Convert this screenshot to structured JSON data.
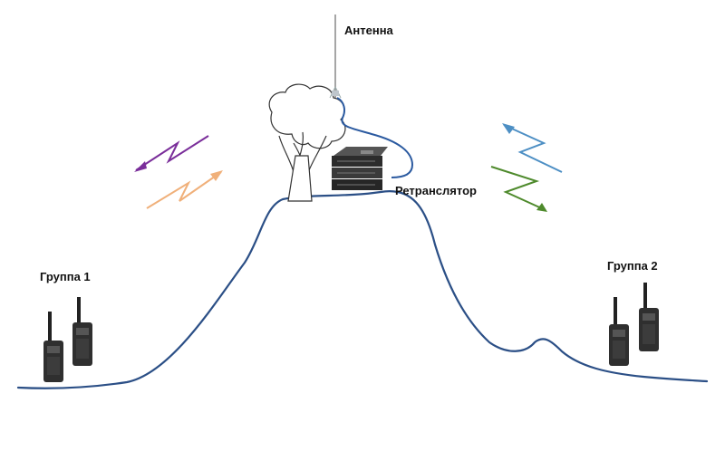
{
  "labels": {
    "antenna": "Антенна",
    "repeater": "Ретранслятор",
    "group1": "Группа 1",
    "group2": "Группа 2"
  },
  "colors": {
    "terrain": "#2b4f86",
    "cable": "#2b5aa0",
    "signal_purple": "#7a2e9a",
    "signal_orange": "#f0b07a",
    "signal_blue": "#4d8fc4",
    "signal_green": "#4e8a2c",
    "radio_body": "#2f2f2f",
    "repeater_body": "#2c2c2c"
  },
  "icons": {
    "antenna": "antenna-icon",
    "tree": "tree-icon",
    "repeater": "repeater-rack-icon",
    "radio": "walkie-talkie-icon"
  }
}
